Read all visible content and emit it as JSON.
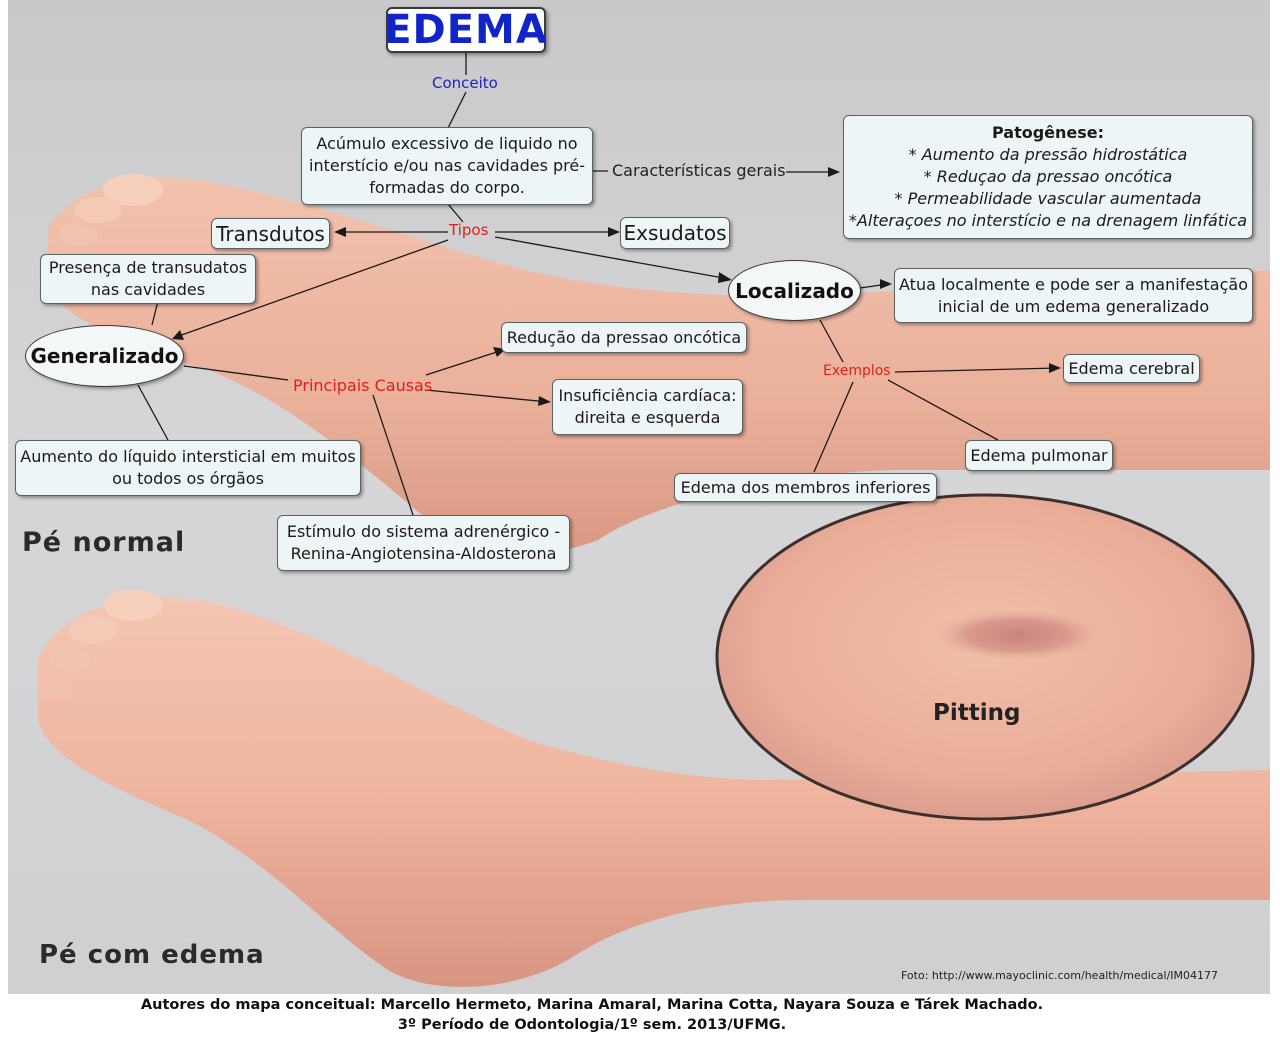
{
  "title": "EDEMA",
  "links": {
    "conceito": "Conceito",
    "tipos": "Tipos",
    "caracteristicas": "Características gerais",
    "principais_causas": "Principais Causas",
    "exemplos": "Exemplos"
  },
  "concept": {
    "line1": "Acúmulo excessivo de liquido no",
    "line2": "interstício e/ou nas cavidades pré-",
    "line3": "formadas do corpo."
  },
  "patogenese": {
    "heading": "Patogênese:",
    "items": [
      "* Aumento da pressão hidrostática",
      "* Reduçao da pressao oncótica",
      "* Permeabilidade vascular aumentada",
      "*Alteraçoes no interstício e na drenagem linfática"
    ]
  },
  "types": {
    "transudatos": "Transdutos",
    "exsudatos": "Exsudatos"
  },
  "transudatos_note": {
    "line1": "Presença de transudatos",
    "line2": "nas cavidades"
  },
  "generalizado": {
    "label": "Generalizado",
    "aumento_line1": "Aumento do líquido intersticial em muitos",
    "aumento_line2": "ou todos os órgãos"
  },
  "localizado": {
    "label": "Localizado",
    "desc_line1": "Atua localmente e pode ser a manifestação",
    "desc_line2": "inicial de um edema generalizado"
  },
  "causas": {
    "reducao": "Redução da pressao oncótica",
    "insuf_line1": "Insuficiência cardíaca:",
    "insuf_line2": "direita e esquerda",
    "estimulo_line1": "Estímulo do sistema adrenérgico -",
    "estimulo_line2": "Renina-Angiotensina-Aldosterona"
  },
  "exemplos": {
    "cerebral": "Edema cerebral",
    "pulmonar": "Edema pulmonar",
    "membros": "Edema dos membros inferiores"
  },
  "photo_labels": {
    "normal": "Pé normal",
    "edema": "Pé com edema",
    "pitting": "Pitting"
  },
  "photo_credit": "Foto: http://www.mayoclinic.com/health/medical/IM04177",
  "footer": {
    "line1": "Autores do mapa conceitual: Marcello Hermeto, Marina Amaral, Marina Cotta, Nayara Souza e Tárek Machado.",
    "line2": "3º Período de Odontologia/1º sem. 2013/UFMG."
  },
  "colors": {
    "title": "#1024c8",
    "link_red": "#e0201c",
    "link_blue": "#2020c8",
    "node_bg": "#eef5f7",
    "skin": "#efb79f",
    "background": "#cfcfd1"
  }
}
